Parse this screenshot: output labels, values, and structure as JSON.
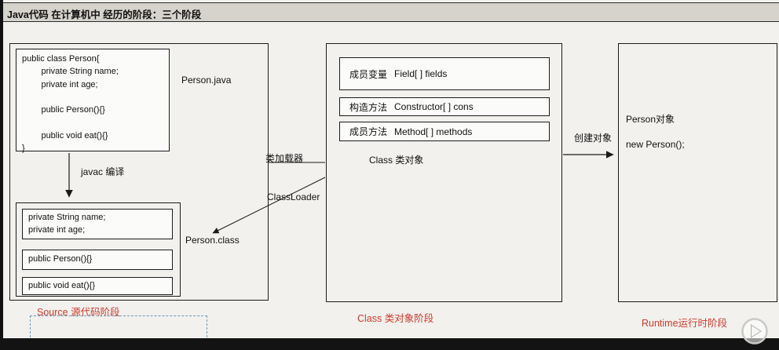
{
  "titlebar": {
    "title": "Java代码 在计算机中 经历的阶段：三个阶段"
  },
  "colors": {
    "stage_label_red": "#cf3b2d",
    "titlebar_gray": "#d6d3cc",
    "bar_black": "#131313",
    "selection_dash_blue": "#6f9ab5"
  },
  "source_stage": {
    "code": "public class Person{\n        private String name;\n        private int age;\n\n        public Person(){}\n\n        public void eat(){}\n}",
    "file_label": "Person.java",
    "compile_label": "javac 编译",
    "members": [
      "private String name;\nprivate int age;",
      "public Person(){}",
      "public void eat(){}"
    ],
    "class_file_label": "Person.class",
    "stage_label": "Source 源代码阶段"
  },
  "class_loader": {
    "label_cn": "类加载器",
    "label_en": "ClassLoader"
  },
  "class_stage": {
    "boxes": [
      {
        "cn": "成员变量",
        "en": "Field[ ] fields"
      },
      {
        "cn": "构造方法",
        "en": "Constructor[ ] cons"
      },
      {
        "cn": "成员方法",
        "en": "Method[ ] methods"
      }
    ],
    "object_label": "Class 类对象",
    "stage_label": "Class 类对象阶段"
  },
  "create_arrow": {
    "label": "创建对象"
  },
  "runtime_stage": {
    "object_label": "Person对象",
    "code": "new Person();",
    "stage_label": "Runtime运行时阶段"
  },
  "player": {
    "play_icon": "play"
  }
}
